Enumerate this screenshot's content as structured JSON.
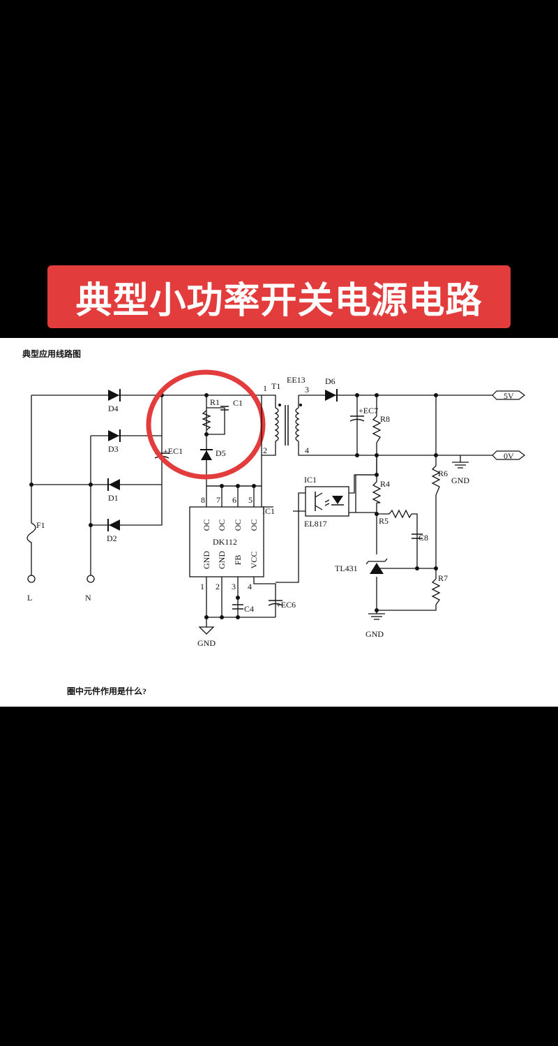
{
  "banner": {
    "title": "典型小功率开关电源电路"
  },
  "figure": {
    "subtitle": "典型应用线路图",
    "question": "圈中元件作用是什么?",
    "highlight_color": "#e23c3c",
    "labels": {
      "D4": "D4",
      "D3": "D3",
      "D1": "D1",
      "D2": "D2",
      "F1": "F1",
      "L": "L",
      "N": "N",
      "EC1": "+EC1",
      "R1": "R1",
      "C1": "C1",
      "D5": "D5",
      "T1": "T1",
      "EE13": "EE13",
      "pin1": "1",
      "pin2": "2",
      "pin3": "3",
      "pin4": "4",
      "D6": "D6",
      "EC7": "+EC7",
      "R8": "R8",
      "R6": "R6",
      "R4": "R4",
      "R5": "R5",
      "C8": "C8",
      "R7": "R7",
      "TL431": "TL431",
      "out5v": "5V",
      "out0v": "0V",
      "gnd_out": "GND",
      "gnd_tl": "GND",
      "gnd_ic": "GND",
      "IC1_opto": "IC1",
      "EL817": "EL817",
      "IC1_chip": "IC1",
      "DK112": "DK112",
      "chip_top_pins": [
        "8",
        "7",
        "6",
        "5"
      ],
      "chip_top_names": [
        "OC",
        "OC",
        "OC",
        "OC"
      ],
      "chip_bottom_names": [
        "GND",
        "GND",
        "FB",
        "VCC"
      ],
      "chip_bottom_pins": [
        "1",
        "2",
        "3",
        "4"
      ],
      "C4": "C4",
      "EC6": "+EC6"
    }
  }
}
